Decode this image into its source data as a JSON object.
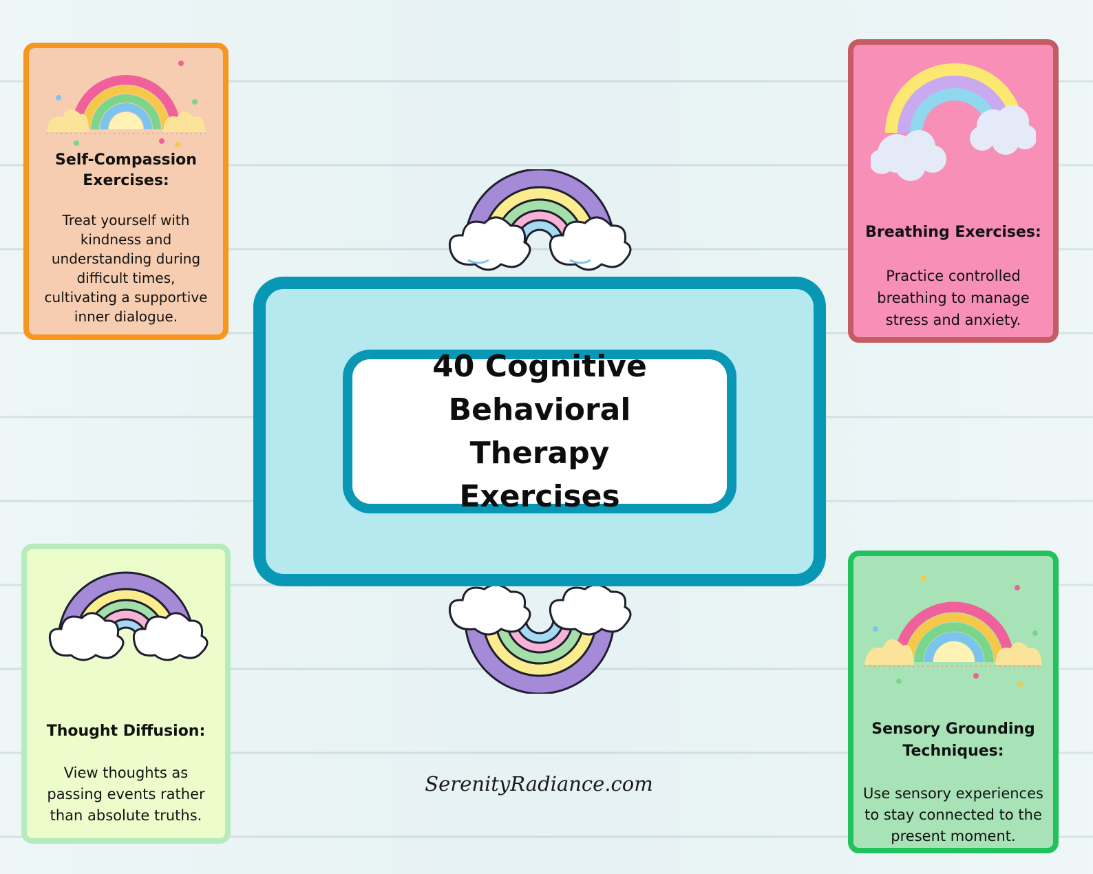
{
  "main": {
    "title_line1": "40 Cognitive",
    "title_line2": "Behavioral Therapy",
    "title_line3": "Exercises"
  },
  "cards": {
    "self_compassion": {
      "title_line1": "Self-Compassion",
      "title_line2": "Exercises:",
      "text_lines": [
        "Treat yourself with",
        "kindness and",
        "understanding during",
        "difficult times,",
        "cultivating a supportive",
        "inner dialogue."
      ]
    },
    "breathing": {
      "title": "Breathing Exercises:",
      "text_lines": [
        "Practice controlled",
        "breathing to manage",
        "stress and anxiety."
      ]
    },
    "thought_diffusion": {
      "title": "Thought Diffusion:",
      "text_lines": [
        "View thoughts as",
        "passing events rather",
        "than absolute truths."
      ]
    },
    "sensory_grounding": {
      "title_line1": "Sensory Grounding",
      "title_line2": "Techniques:",
      "text_lines": [
        "Use sensory experiences",
        "to stay connected to the",
        "present moment."
      ]
    }
  },
  "footer": {
    "website": "SerenityRadiance.com"
  },
  "colors": {
    "background": "#e8f3f4",
    "frame_teal": "#0897b4",
    "frame_fill": "#b5e8ef",
    "self_fill": "#f6cdb0",
    "self_border": "#f6961e",
    "breath_fill": "#f88fb6",
    "breath_border": "#c55b63",
    "thought_fill": "#ecfccb",
    "thought_border": "#b7ebbb",
    "sensory_fill": "#a8e3b7",
    "sensory_border": "#21c15e"
  },
  "icons": [
    "boho-rainbow-icon",
    "pastel-rainbow-cloud-icon",
    "outlined-rainbow-cloud-icon"
  ]
}
